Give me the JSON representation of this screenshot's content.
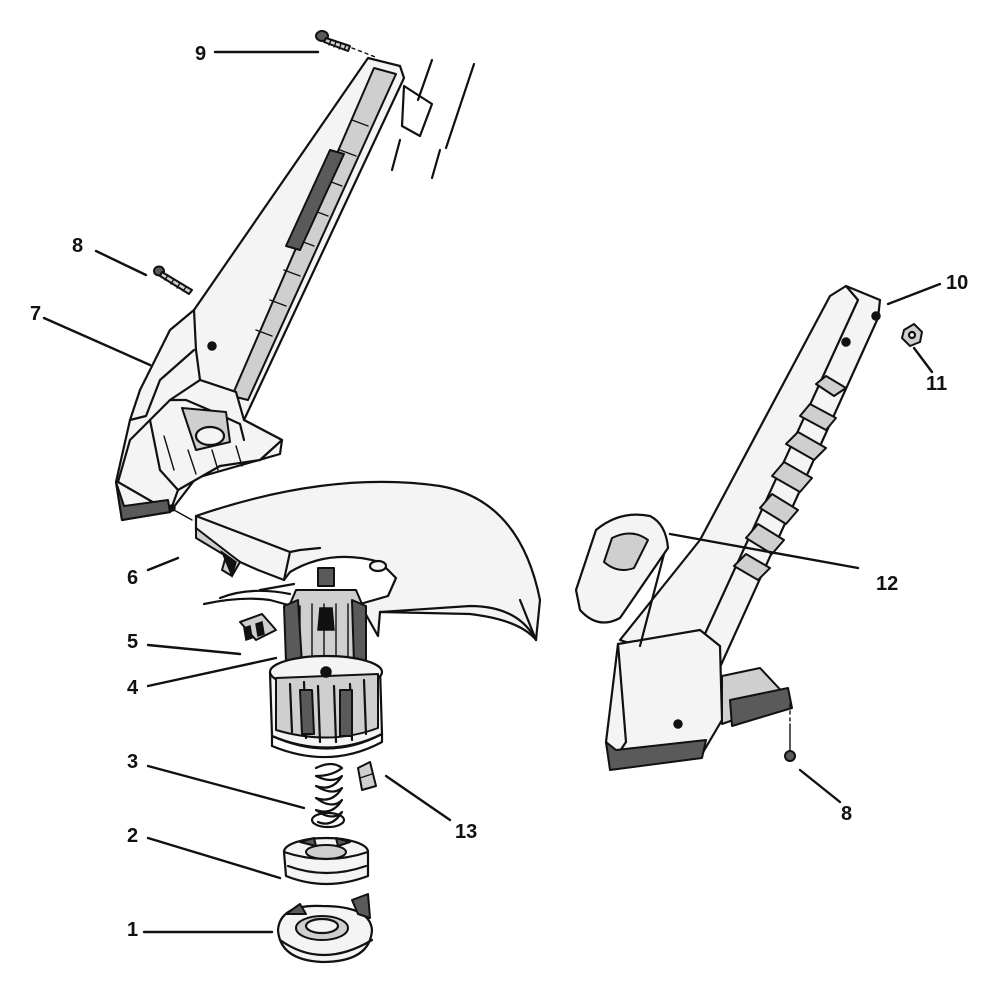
{
  "callouts": [
    {
      "id": "c1",
      "label": "1"
    },
    {
      "id": "c2",
      "label": "2"
    },
    {
      "id": "c3",
      "label": "3"
    },
    {
      "id": "c4",
      "label": "4"
    },
    {
      "id": "c5",
      "label": "5"
    },
    {
      "id": "c6",
      "label": "6"
    },
    {
      "id": "c7",
      "label": "7"
    },
    {
      "id": "c8a",
      "label": "8"
    },
    {
      "id": "c9",
      "label": "9"
    },
    {
      "id": "c10",
      "label": "10"
    },
    {
      "id": "c11",
      "label": "11"
    },
    {
      "id": "c12",
      "label": "12"
    },
    {
      "id": "c13",
      "label": "13"
    },
    {
      "id": "c8b",
      "label": "8"
    }
  ]
}
